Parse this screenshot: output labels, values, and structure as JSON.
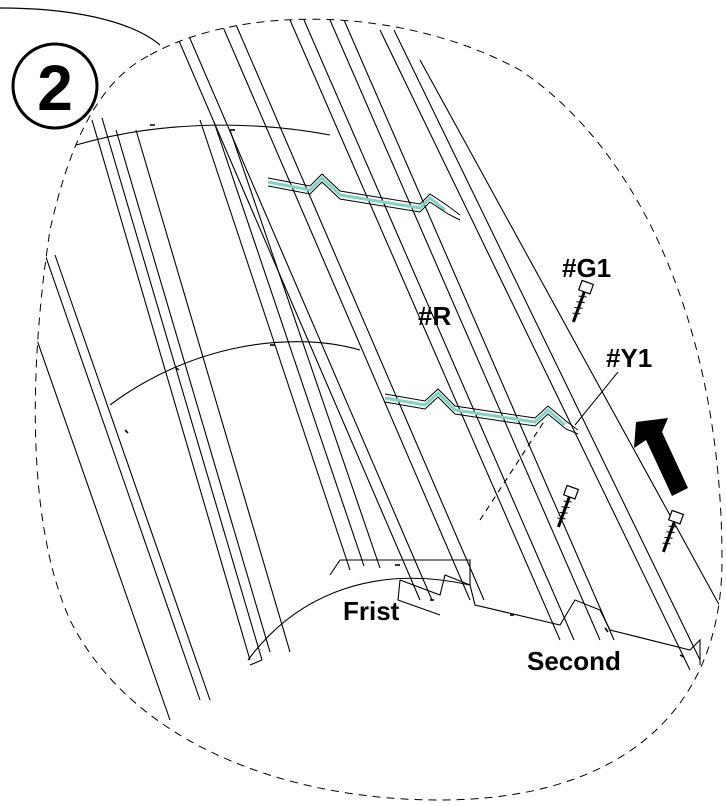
{
  "step": {
    "number": "2"
  },
  "labels": {
    "panel": "#R",
    "screw_long": "#G1",
    "screw_short": "#Y1",
    "first_panel": "Frist",
    "second_panel": "Second"
  },
  "colors": {
    "line": "#000000",
    "seal_strip": "#7fd3c4",
    "background": "#ffffff"
  },
  "icons": {
    "direction": "arrow-up-left-icon",
    "screw": "screw-icon"
  }
}
